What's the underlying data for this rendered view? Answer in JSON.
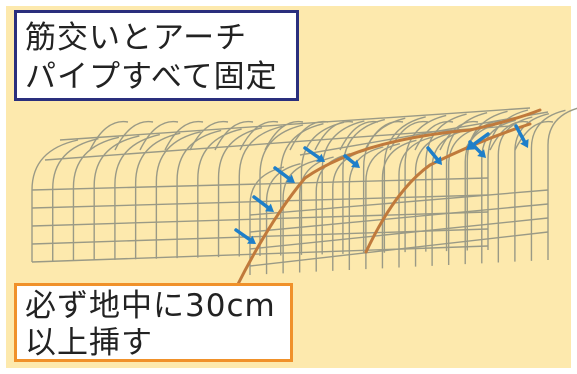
{
  "top_label": {
    "line1": "筋交いとアーチ",
    "line2": "パイプすべて固定"
  },
  "bottom_label": {
    "line1": "必ず地中に30cm",
    "line2": "以上挿す"
  },
  "colors": {
    "background": "#fde9ad",
    "frame_pipe": "#9a9a86",
    "brace_pipe": "#c07a3c",
    "arrow": "#1f7fc9",
    "top_label_border": "#2a2f7d",
    "bottom_label_border": "#f0912a"
  },
  "icons": [
    "arrow-icon"
  ]
}
